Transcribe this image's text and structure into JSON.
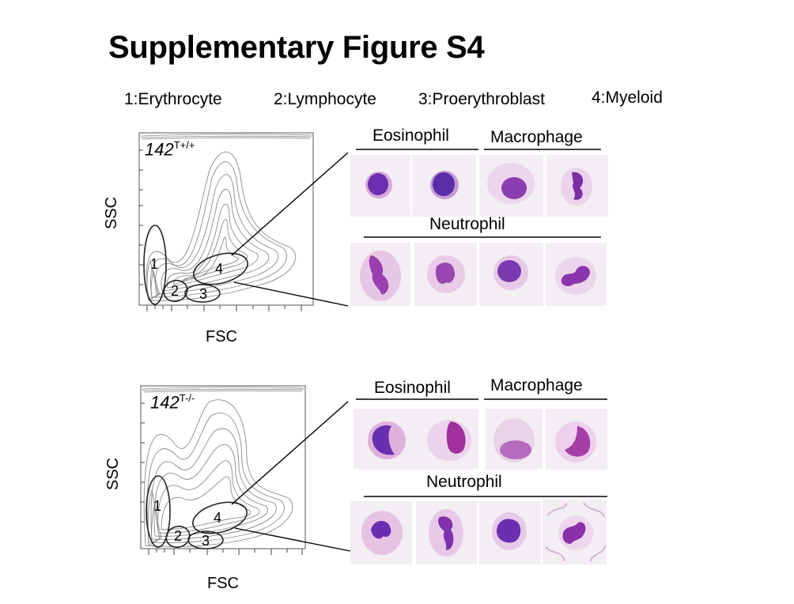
{
  "figure": {
    "title": "Supplementary Figure S4",
    "legend": [
      "1:Erythrocyte",
      "2:Lymphocyte",
      "3:Proerythroblast",
      "4:Myeloid"
    ]
  },
  "panels": [
    {
      "genotype_main": "142",
      "genotype_sup": "T+/+",
      "xlabel": "FSC",
      "ylabel": "SSC",
      "gates": [
        "1",
        "2",
        "3",
        "4"
      ],
      "groups": [
        "Eosinophil",
        "Macrophage",
        "Neutrophil"
      ]
    },
    {
      "genotype_main": "142",
      "genotype_sup": "T-/-",
      "xlabel": "FSC",
      "ylabel": "SSC",
      "gates": [
        "1",
        "2",
        "3",
        "4"
      ],
      "groups": [
        "Eosinophil",
        "Macrophage",
        "Neutrophil"
      ]
    }
  ],
  "colors": {
    "contour": "#8a8a8a",
    "gate": "#222222",
    "cell_bg": "#f1edf3",
    "nucleus": "#6b2fb0",
    "cytoplasm": "#d9a6d6"
  }
}
